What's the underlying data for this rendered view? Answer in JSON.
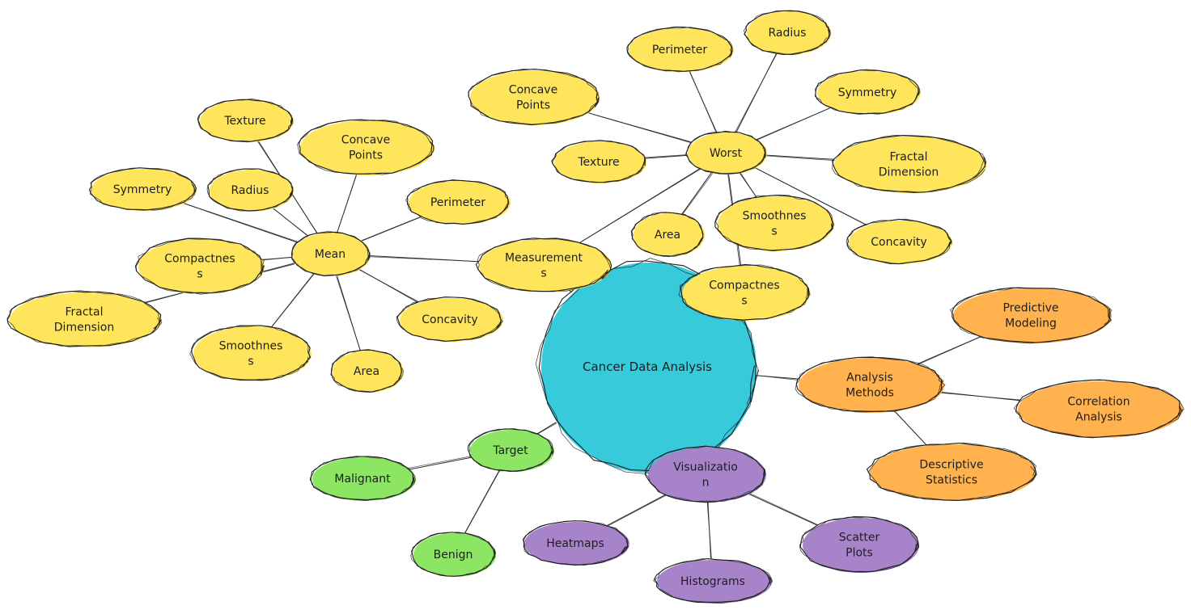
{
  "colors": {
    "root": "#37CADB",
    "measurements": "#FFE55C",
    "analysis": "#FFB24D",
    "target": "#8CE563",
    "visualization": "#A784C9",
    "line": "#2B2B2B"
  },
  "nodes": [
    {
      "id": "root",
      "label": "Cancer Data Analysis",
      "group": "root",
      "parent": null
    },
    {
      "id": "measurements",
      "label": "Measurements",
      "group": "measurements",
      "parent": "root"
    },
    {
      "id": "mean",
      "label": "Mean",
      "group": "measurements",
      "parent": "measurements"
    },
    {
      "id": "mean-texture",
      "label": "Texture",
      "group": "measurements",
      "parent": "mean"
    },
    {
      "id": "mean-concave-points",
      "label": "Concave Points",
      "group": "measurements",
      "parent": "mean"
    },
    {
      "id": "mean-symmetry",
      "label": "Symmetry",
      "group": "measurements",
      "parent": "mean"
    },
    {
      "id": "mean-radius",
      "label": "Radius",
      "group": "measurements",
      "parent": "mean"
    },
    {
      "id": "mean-perimeter",
      "label": "Perimeter",
      "group": "measurements",
      "parent": "mean"
    },
    {
      "id": "mean-compactness",
      "label": "Compactness",
      "group": "measurements",
      "parent": "mean"
    },
    {
      "id": "mean-fractal-dimension",
      "label": "Fractal Dimension",
      "group": "measurements",
      "parent": "mean"
    },
    {
      "id": "mean-concavity",
      "label": "Concavity",
      "group": "measurements",
      "parent": "mean"
    },
    {
      "id": "mean-smoothness",
      "label": "Smoothness",
      "group": "measurements",
      "parent": "mean"
    },
    {
      "id": "mean-area",
      "label": "Area",
      "group": "measurements",
      "parent": "mean"
    },
    {
      "id": "worst",
      "label": "Worst",
      "group": "measurements",
      "parent": "measurements"
    },
    {
      "id": "worst-perimeter",
      "label": "Perimeter",
      "group": "measurements",
      "parent": "worst"
    },
    {
      "id": "worst-radius",
      "label": "Radius",
      "group": "measurements",
      "parent": "worst"
    },
    {
      "id": "worst-concave-points",
      "label": "Concave Points",
      "group": "measurements",
      "parent": "worst"
    },
    {
      "id": "worst-symmetry",
      "label": "Symmetry",
      "group": "measurements",
      "parent": "worst"
    },
    {
      "id": "worst-texture",
      "label": "Texture",
      "group": "measurements",
      "parent": "worst"
    },
    {
      "id": "worst-fractal-dimension",
      "label": "Fractal Dimension",
      "group": "measurements",
      "parent": "worst"
    },
    {
      "id": "worst-area",
      "label": "Area",
      "group": "measurements",
      "parent": "worst"
    },
    {
      "id": "worst-smoothness",
      "label": "Smoothness",
      "group": "measurements",
      "parent": "worst"
    },
    {
      "id": "worst-concavity",
      "label": "Concavity",
      "group": "measurements",
      "parent": "worst"
    },
    {
      "id": "worst-compactness",
      "label": "Compactness",
      "group": "measurements",
      "parent": "worst"
    },
    {
      "id": "analysis-methods",
      "label": "Analysis Methods",
      "group": "analysis",
      "parent": "root"
    },
    {
      "id": "predictive-modeling",
      "label": "Predictive Modeling",
      "group": "analysis",
      "parent": "analysis-methods"
    },
    {
      "id": "correlation-analysis",
      "label": "Correlation Analysis",
      "group": "analysis",
      "parent": "analysis-methods"
    },
    {
      "id": "descriptive-statistics",
      "label": "Descriptive Statistics",
      "group": "analysis",
      "parent": "analysis-methods"
    },
    {
      "id": "target",
      "label": "Target",
      "group": "target",
      "parent": "root"
    },
    {
      "id": "malignant",
      "label": "Malignant",
      "group": "target",
      "parent": "target"
    },
    {
      "id": "benign",
      "label": "Benign",
      "group": "target",
      "parent": "target"
    },
    {
      "id": "visualization",
      "label": "Visualization",
      "group": "visualization",
      "parent": "root"
    },
    {
      "id": "heatmaps",
      "label": "Heatmaps",
      "group": "visualization",
      "parent": "visualization"
    },
    {
      "id": "histograms",
      "label": "Histograms",
      "group": "visualization",
      "parent": "visualization"
    },
    {
      "id": "scatter-plots",
      "label": "Scatter Plots",
      "group": "visualization",
      "parent": "visualization"
    }
  ]
}
